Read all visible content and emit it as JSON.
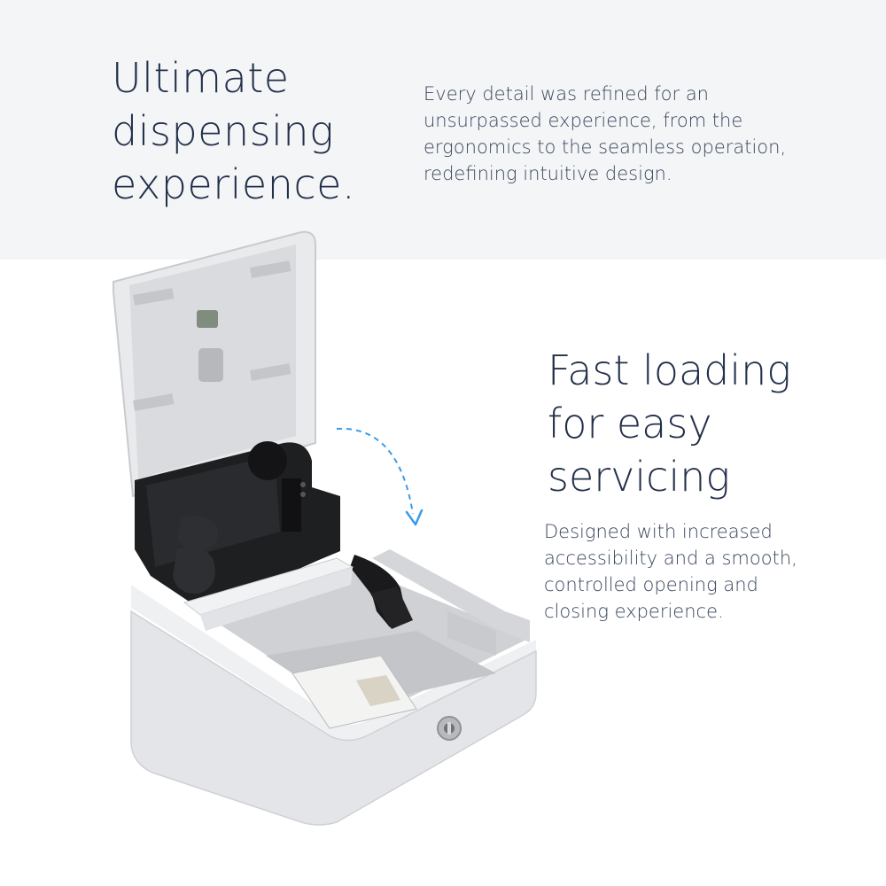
{
  "section_top": {
    "headline_lines": [
      "Ultimate",
      "dispensing",
      "experience."
    ],
    "body_lines": [
      "Every detail was refined for an",
      "unsurpassed experience, from the",
      "ergonomics to the seamless operation,",
      "redefining intuitive design."
    ]
  },
  "section_feature": {
    "headline_lines": [
      "Fast loading",
      "for easy",
      "servicing"
    ],
    "body_lines": [
      "Designed with increased",
      "accessibility and a smooth,",
      "controlled opening and",
      "closing experience."
    ]
  },
  "colors": {
    "band_background": "#f4f5f7",
    "headline_text": "#22304a",
    "body_text": "#3a475e",
    "arrow_accent": "#3b9be8",
    "dispenser_shell": "#e6e7e9",
    "cartridge": "#1c1c1e"
  },
  "icons": {
    "arrow": "curved-dashed-arrow-down-icon",
    "lock": "key-lock-icon"
  }
}
